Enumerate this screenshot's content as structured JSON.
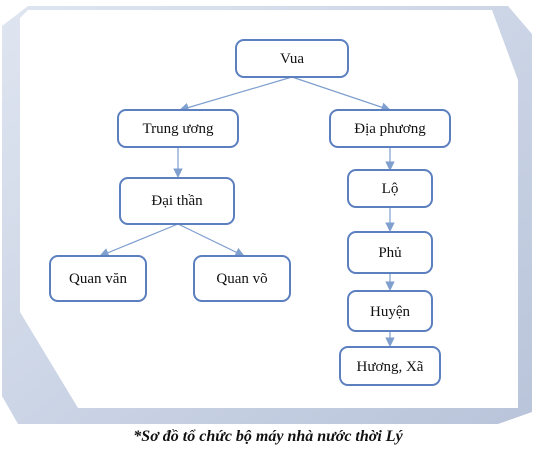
{
  "diagram": {
    "nodes": {
      "vua": "Vua",
      "trung_uong": "Trung ương",
      "dia_phuong": "Địa phương",
      "dai_than": "Đại thần",
      "quan_van": "Quan văn",
      "quan_vo": "Quan võ",
      "lo": "Lộ",
      "phu": "Phủ",
      "huyen": "Huyện",
      "huong_xa": "Hương, Xã"
    }
  },
  "caption": "*Sơ đồ tổ chức bộ máy nhà nước thời Lý"
}
